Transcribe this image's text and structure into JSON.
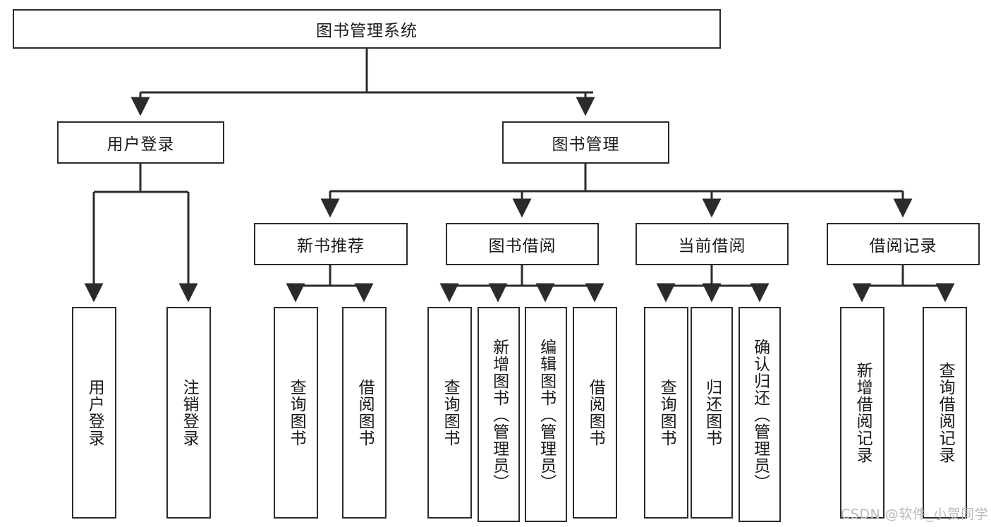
{
  "diagram": {
    "type": "tree-hierarchy",
    "title_node": {
      "label": "图书管理系统"
    },
    "level2": [
      {
        "label": "用户登录"
      },
      {
        "label": "图书管理"
      }
    ],
    "level3": [
      {
        "label": "新书推荐"
      },
      {
        "label": "图书借阅"
      },
      {
        "label": "当前借阅"
      },
      {
        "label": "借阅记录"
      }
    ],
    "leaves": {
      "user_login": [
        {
          "label": "用户登录"
        },
        {
          "label": "注销登录"
        }
      ],
      "new_book_recommend": [
        {
          "label": "查询图书"
        },
        {
          "label": "借阅图书"
        }
      ],
      "book_borrow": [
        {
          "label": "查询图书"
        },
        {
          "label": "新增图书（管理员）"
        },
        {
          "label": "编辑图书（管理员）"
        },
        {
          "label": "借阅图书"
        }
      ],
      "current_borrow": [
        {
          "label": "查询图书"
        },
        {
          "label": "归还图书"
        },
        {
          "label": "确认归还（管理员）"
        }
      ],
      "borrow_records": [
        {
          "label": "新增借阅记录"
        },
        {
          "label": "查询借阅记录"
        }
      ]
    }
  },
  "watermark": {
    "text": "CSDN @软件_小贺同学"
  },
  "colors": {
    "stroke": "#2b2b2b",
    "fill": "#ffffff",
    "text": "#1a1a1a",
    "watermark": "#b9b9b9"
  }
}
